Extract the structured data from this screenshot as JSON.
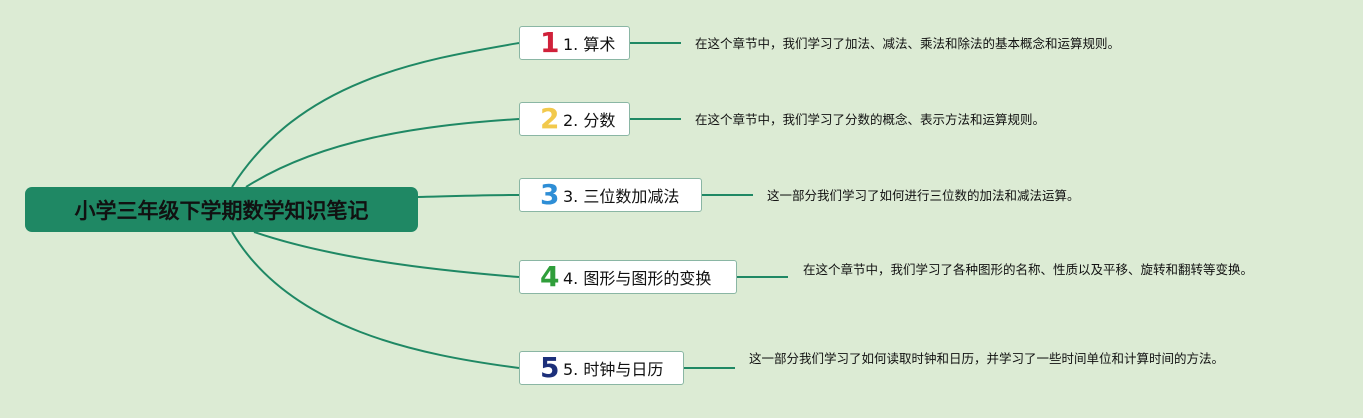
{
  "root": {
    "title": "小学三年级下学期数学知识笔记"
  },
  "colors": {
    "background": "#dcebd4",
    "root_fill": "#1f8864",
    "connector": "#1f8864",
    "node_border": "#8ab6a4"
  },
  "branches": [
    {
      "marker": "1",
      "marker_color": "#d0213a",
      "label": "1. 算术",
      "note": "在这个章节中，我们学习了加法、减法、乘法和除法的基本概念和运算规则。"
    },
    {
      "marker": "2",
      "marker_color": "#f2c94c",
      "label": "2. 分数",
      "note": "在这个章节中，我们学习了分数的概念、表示方法和运算规则。"
    },
    {
      "marker": "3",
      "marker_color": "#2e8ed6",
      "label": "3. 三位数加减法",
      "note": "这一部分我们学习了如何进行三位数的加法和减法运算。"
    },
    {
      "marker": "4",
      "marker_color": "#2f9e3a",
      "label": "4. 图形与图形的变换",
      "note": "在这个章节中，我们学习了各种图形的名称、性质以及平移、旋转和翻转等变换。"
    },
    {
      "marker": "5",
      "marker_color": "#1c2f7a",
      "label": "5. 时钟与日历",
      "note": "这一部分我们学习了如何读取时钟和日历，并学习了一些时间单位和计算时间的方法。"
    }
  ]
}
